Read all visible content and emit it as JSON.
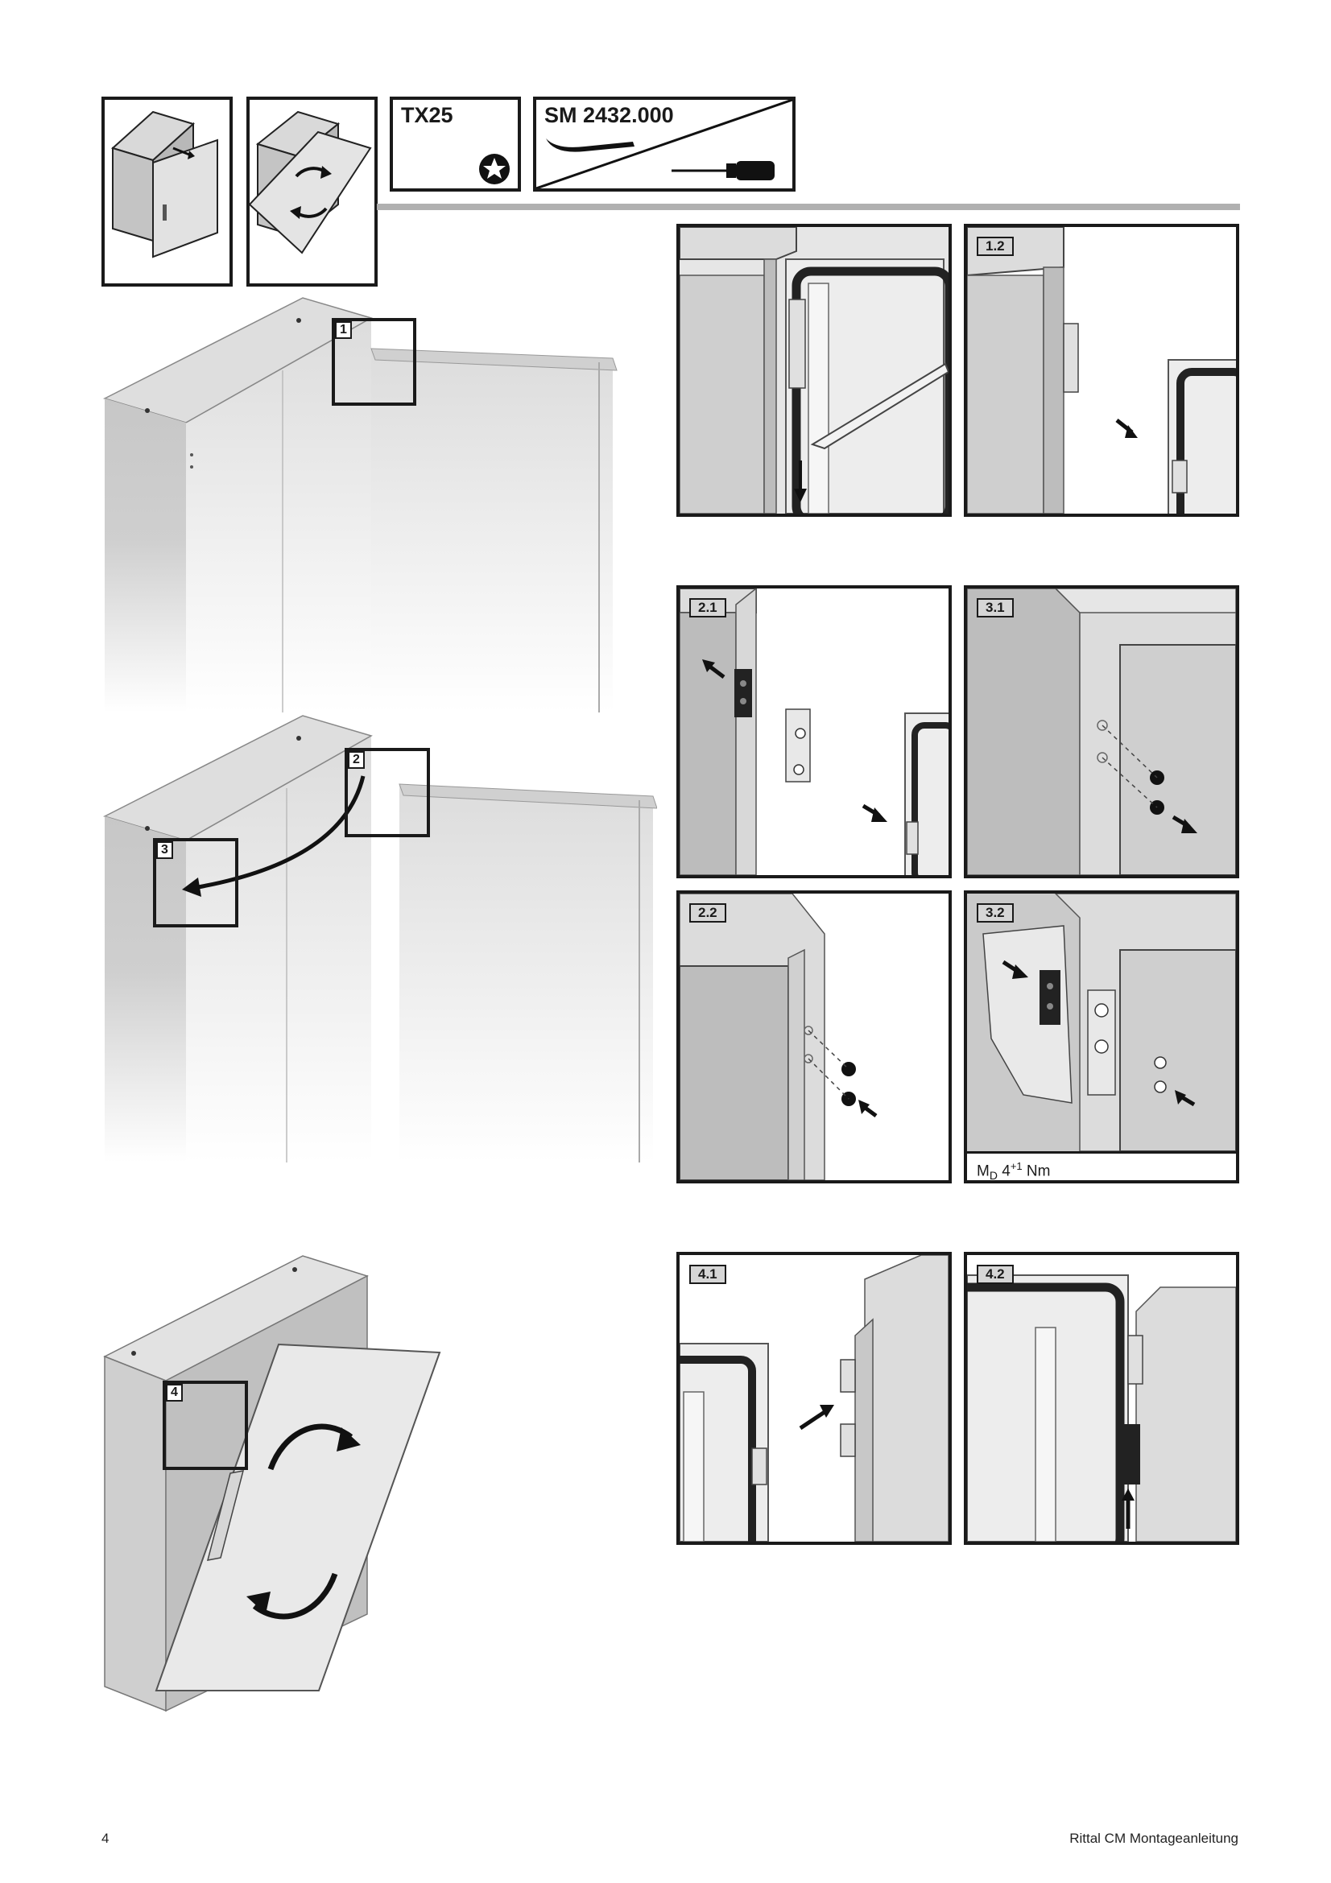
{
  "header": {
    "tool1": "TX25",
    "tool2": "SM 2432.000"
  },
  "overview_callouts": [
    "1",
    "2",
    "3",
    "4"
  ],
  "steps": {
    "s1_2": "1.2",
    "s2_1": "2.1",
    "s2_2": "2.2",
    "s3_1": "3.1",
    "s3_2": "3.2",
    "s4_1": "4.1",
    "s4_2": "4.2"
  },
  "torque": {
    "prefix": "M",
    "sub": "D",
    "value": " 4",
    "sup": "+1",
    "unit": " Nm"
  },
  "footer": {
    "page_number": "4",
    "doc_title": "Rittal CM Montageanleitung"
  }
}
